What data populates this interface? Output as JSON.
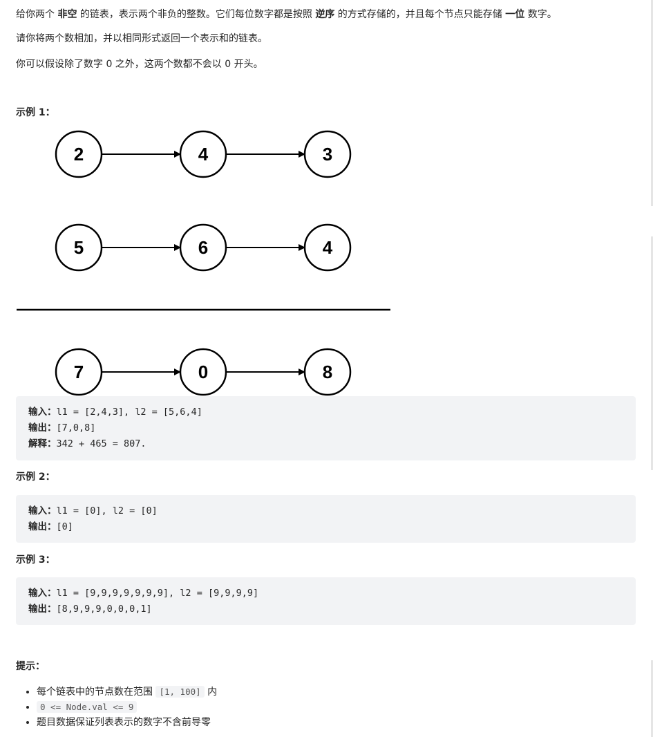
{
  "intro": {
    "p1": [
      {
        "t": "给你两个 ",
        "b": false
      },
      {
        "t": "非空",
        "b": true
      },
      {
        "t": " 的链表，表示两个非负的整数。它们每位数字都是按照 ",
        "b": false
      },
      {
        "t": "逆序",
        "b": true
      },
      {
        "t": " 的方式存储的，并且每个节点只能存储 ",
        "b": false
      },
      {
        "t": "一位",
        "b": true
      },
      {
        "t": " 数字。",
        "b": false
      }
    ],
    "p2": "请你将两个数相加，并以相同形式返回一个表示和的链表。",
    "p3": "你可以假设除了数字 0 之外，这两个数都不会以 0 开头。"
  },
  "examples": [
    {
      "title": "示例 1：",
      "diagram": {
        "rows": [
          [
            "2",
            "4",
            "3"
          ],
          [
            "5",
            "6",
            "4"
          ],
          [
            "7",
            "0",
            "8"
          ]
        ]
      },
      "lines": [
        {
          "key": "输入：",
          "val": "l1 = [2,4,3], l2 = [5,6,4]"
        },
        {
          "key": "输出：",
          "val": "[7,0,8]"
        },
        {
          "key": "解释：",
          "val": "342 + 465 = 807."
        }
      ]
    },
    {
      "title": "示例 2：",
      "lines": [
        {
          "key": "输入：",
          "val": "l1 = [0], l2 = [0]"
        },
        {
          "key": "输出：",
          "val": "[0]"
        }
      ]
    },
    {
      "title": "示例 3：",
      "lines": [
        {
          "key": "输入：",
          "val": "l1 = [9,9,9,9,9,9,9], l2 = [9,9,9,9]"
        },
        {
          "key": "输出：",
          "val": "[8,9,9,9,0,0,0,1]"
        }
      ]
    }
  ],
  "tips": {
    "title": "提示：",
    "items": [
      [
        {
          "t": "每个链表中的节点数在范围 ",
          "code": false
        },
        {
          "t": "[1, 100]",
          "code": true
        },
        {
          "t": " 内",
          "code": false
        }
      ],
      [
        {
          "t": "0 <= Node.val <= 9",
          "code": true
        }
      ],
      [
        {
          "t": "题目数据保证列表表示的数字不含前导零",
          "code": false
        }
      ]
    ]
  }
}
